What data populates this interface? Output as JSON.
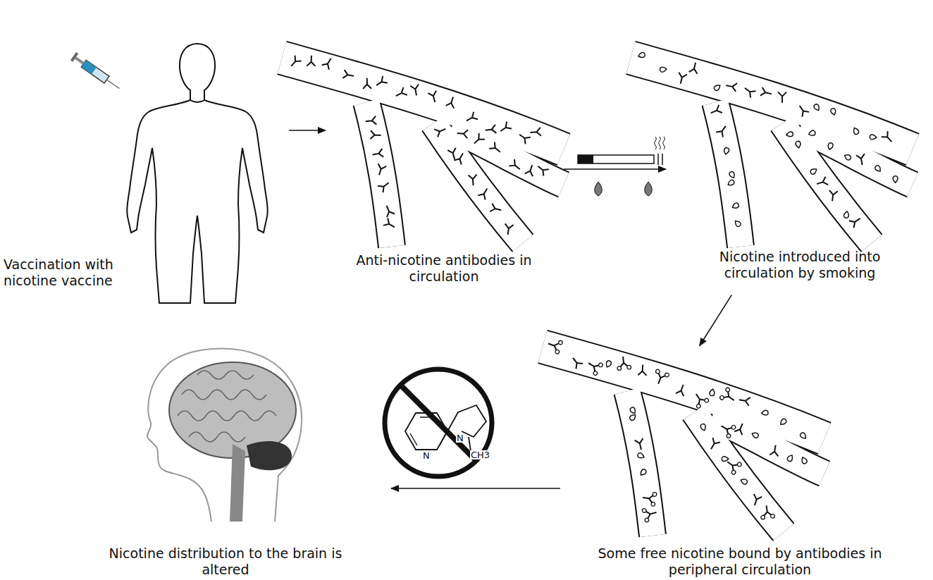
{
  "diagram": {
    "nodes": [
      {
        "text": [
          "Vaccination with nicotine vaccine"
        ]
      },
      {
        "text": [
          "Anti-nicotine antibodies in circulation"
        ]
      },
      {
        "text": [
          "Nicotine introduced into circulation by smoking"
        ]
      },
      {
        "text": [
          "Some free nicotine bound by antibodies in peripheral circulation"
        ]
      },
      {
        "text": [
          "Nicotine distribution to the brain is altered"
        ]
      }
    ],
    "edges": [
      {
        "from": 0,
        "to": 1,
        "arrow": "to"
      },
      {
        "from": 1,
        "to": 2,
        "arrow": "to"
      },
      {
        "from": 2,
        "to": 3,
        "arrow": "to"
      },
      {
        "from": 3,
        "to": 4,
        "arrow": "to"
      }
    ],
    "labels": [
      "N",
      "N",
      "CH3"
    ]
  }
}
